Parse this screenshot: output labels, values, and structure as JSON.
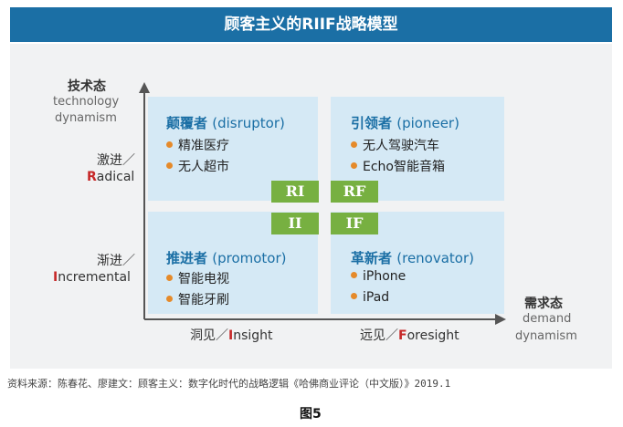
{
  "title": "顾客主义的RIIF战略模型",
  "y_axis": {
    "title": "技术态",
    "subtitle_line1": "technology",
    "subtitle_line2": "dynamism",
    "high_cn": "激进／",
    "high_en_initial": "R",
    "high_en_rest": "adical",
    "low_cn": "渐进／",
    "low_en_initial": "I",
    "low_en_rest": "ncremental"
  },
  "x_axis": {
    "title": "需求态",
    "subtitle_line1": "demand",
    "subtitle_line2": "dynamism",
    "left_cn": "洞见／",
    "left_en_initial": "I",
    "left_en_rest": "nsight",
    "right_cn": "远见／",
    "right_en_initial": "F",
    "right_en_rest": "oresight"
  },
  "quadrants": {
    "top_left": {
      "title_cn": "颠覆者",
      "title_en": "(disruptor)",
      "items": [
        "精准医疗",
        "无人超市"
      ],
      "badge": "RI"
    },
    "top_right": {
      "title_cn": "引领者",
      "title_en": "(pioneer)",
      "items": [
        "无人驾驶汽车",
        "Echo智能音箱"
      ],
      "badge": "RF"
    },
    "bottom_left": {
      "title_cn": "推进者",
      "title_en": "(promotor)",
      "items": [
        "智能电视",
        "智能牙刷"
      ],
      "badge": "II"
    },
    "bottom_right": {
      "title_cn": "革新者",
      "title_en": "(renovator)",
      "items": [
        "iPhone",
        "iPad"
      ],
      "badge": "IF"
    }
  },
  "source": "资料来源：陈春花、廖建文：顾客主义：数字化时代的战略逻辑《哈佛商业评论（中文版）》2019.1",
  "caption": "图5",
  "colors": {
    "title_bar": "#1b6fa5",
    "quadrant_fill": "#d5e9f5",
    "badge_fill": "#77b041",
    "bullet": "#e58a2a",
    "accent_red": "#c62828"
  }
}
